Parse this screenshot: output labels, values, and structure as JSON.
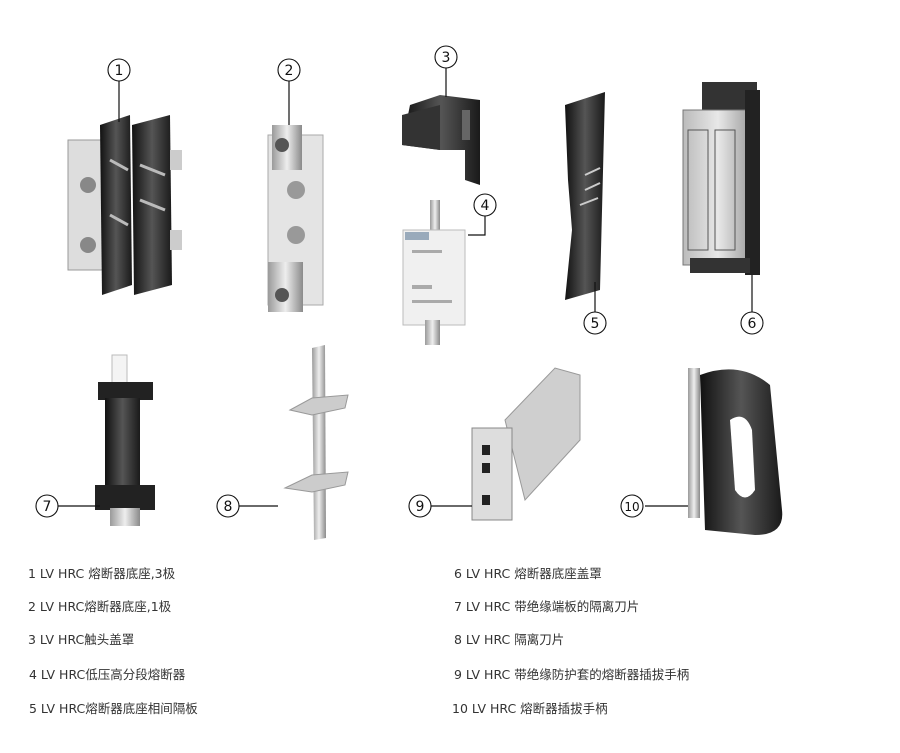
{
  "callouts": [
    "1",
    "2",
    "3",
    "4",
    "5",
    "6",
    "7",
    "8",
    "9",
    "10"
  ],
  "captions": [
    "1 LV HRC 熔断器底座,3极",
    "2 LV HRC熔断器底座,1极",
    "3 LV HRC触头盖罩",
    "4 LV HRC低压高分段熔断器",
    "5 LV HRC熔断器底座相间隔板",
    "6 LV HRC 熔断器底座盖罩",
    "7 LV HRC 带绝缘端板的隔离刀片",
    "8 LV HRC 隔离刀片",
    "9 LV HRC 带绝缘防护套的熔断器插拔手柄",
    "10 LV HRC 熔断器插拔手柄"
  ],
  "colors": {
    "dark": "#2a2a2a",
    "metal": "#c9c9c9",
    "line": "#111111"
  }
}
